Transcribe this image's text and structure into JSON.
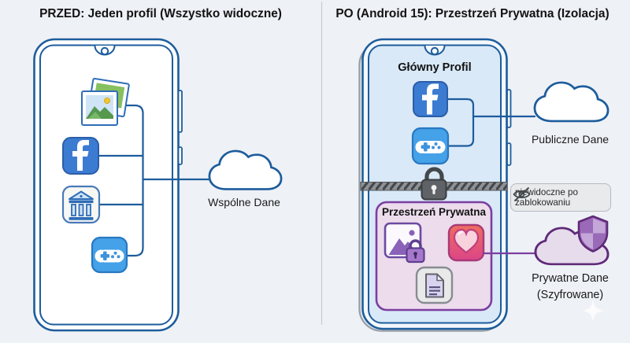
{
  "before": {
    "title": "PRZED: Jeden profil (Wszystko widoczne)",
    "cloud_label": "Wspólne Dane",
    "apps": [
      "photos",
      "facebook",
      "bank",
      "games"
    ]
  },
  "after": {
    "title": "PO (Android 15): Przestrzeń Prywatna (Izolacja)",
    "main_profile_label": "Główny Profil",
    "main_profile_apps": [
      "facebook",
      "games"
    ],
    "public_cloud_label": "Publiczne Dane",
    "divider": {
      "icon": "lock-icon"
    },
    "tooltip": {
      "icon": "eye-slash-icon",
      "line1": "niewidoczne po",
      "line2": "zablokowaniu"
    },
    "private_space": {
      "label": "Przestrzeń Prywatna",
      "apps": [
        "photos-locked",
        "favorites-heart",
        "documents"
      ]
    },
    "private_cloud": {
      "label_line1": "Prywatne Dane",
      "label_line2": "(Szyfrowane)",
      "icon": "shield-icon"
    }
  },
  "colors": {
    "background": "#eef1f6",
    "outline_blue": "#1d5c9c",
    "facebook_blue": "#3c7bd2",
    "gamepad_blue": "#45a1e8",
    "screen_blue": "#d9e9f8",
    "private_border_purple": "#7b3fa0",
    "private_fill": "#ecdcec",
    "private_cloud_outline": "#5f2a78",
    "private_cloud_fill": "#e6dcec",
    "heart_gradient_top": "#ef6e5e",
    "heart_gradient_bottom": "#db4587",
    "lock_gray": "#5f6367",
    "bar_gray": "#8e9296",
    "tooltip_bg": "#e8eaec"
  }
}
